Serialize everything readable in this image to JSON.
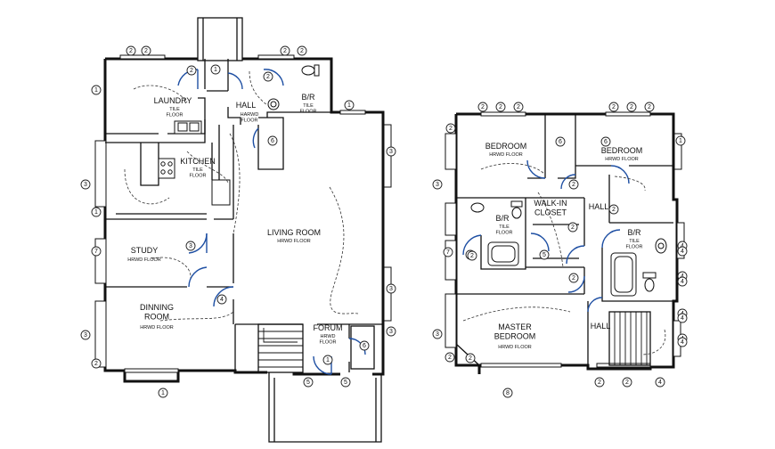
{
  "rooms": {
    "laundry": {
      "name": "LAUNDRY",
      "floor": "TILE\nFLOOR"
    },
    "hall_g": {
      "name": "HALL",
      "floor": "HARWD\nFLOOR"
    },
    "br_g": {
      "name": "B/R",
      "floor": "TILE\nFLOOR"
    },
    "kitchen": {
      "name": "KITCHEN",
      "floor": "TILE\nFLOOR"
    },
    "living": {
      "name": "LIVING ROOM",
      "floor": "HRWD FLOOR"
    },
    "study": {
      "name": "STUDY",
      "floor": "HRWD FLOOR"
    },
    "dinning": {
      "name": "DINNING\nROOM",
      "floor": "HRWD FLOOR"
    },
    "forum": {
      "name": "FORUM",
      "floor": "HRWD\nFLOOR"
    },
    "bedroom1": {
      "name": "BEDROOM",
      "floor": "HRWD FLOOR"
    },
    "bedroom2": {
      "name": "BEDROOM",
      "floor": "HRWD FLOOR"
    },
    "br_u1": {
      "name": "B/R",
      "floor": "TILE\nFLOOR"
    },
    "walkin": {
      "name": "WALK-IN\nCLOSET",
      "floor": ""
    },
    "hall_u1": {
      "name": "HALL",
      "floor": ""
    },
    "br_u2": {
      "name": "B/R",
      "floor": "TILE\nFLOOR"
    },
    "master": {
      "name": "MASTER\nBEDROOM",
      "floor": "HRWD FLOOR"
    },
    "hall_u2": {
      "name": "HALL",
      "floor": ""
    }
  },
  "bubbles": [
    "2",
    "2",
    "2",
    "2",
    "1",
    "2",
    "1",
    "1",
    "3",
    "1",
    "3",
    "7",
    "3",
    "2",
    "3",
    "1",
    "2",
    "6",
    "3",
    "4",
    "1",
    "6",
    "5",
    "5",
    "3",
    "2",
    "2",
    "2",
    "2",
    "2",
    "2",
    "2",
    "2",
    "1",
    "3",
    "7",
    "2",
    "3",
    "2",
    "6",
    "6",
    "2",
    "2",
    "5",
    "2",
    "2",
    "2",
    "4",
    "4",
    "4",
    "4",
    "4",
    "2",
    "2",
    "8",
    "4",
    "4",
    "4",
    "4"
  ]
}
